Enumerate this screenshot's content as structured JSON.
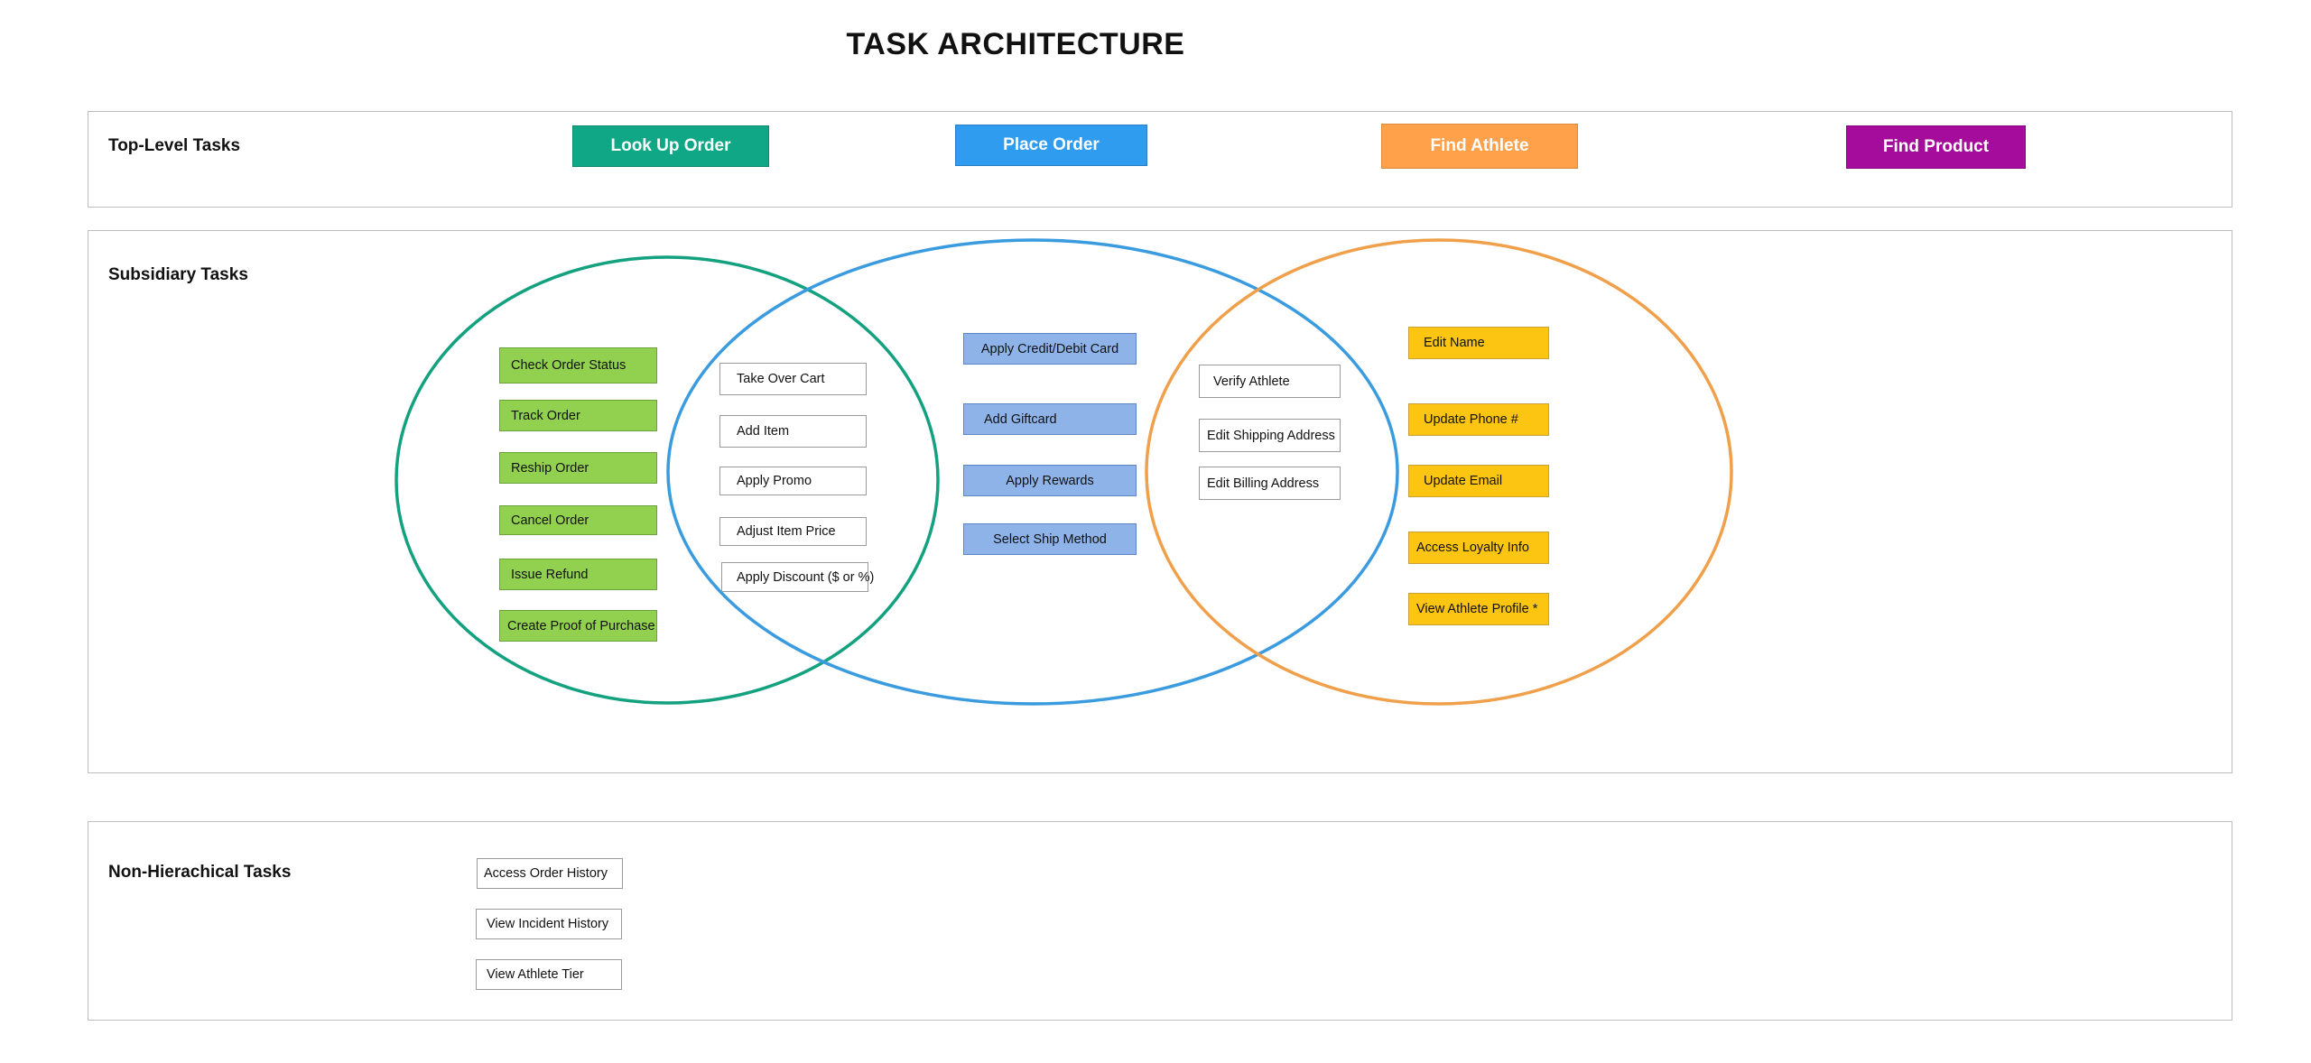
{
  "title": "TASK ARCHITECTURE",
  "sections": {
    "top_level_label": "Top-Level Tasks",
    "subsidiary_label": "Subsidiary Tasks",
    "non_hierarchical_label": "Non-Hierachical Tasks"
  },
  "top_level_tasks": [
    {
      "label": "Look Up Order",
      "color": "#0fa785"
    },
    {
      "label": "Place Order",
      "color": "#2f9cf0"
    },
    {
      "label": "Find Athlete",
      "color": "#ffa04a"
    },
    {
      "label": "Find Product",
      "color": "#a50c9c"
    }
  ],
  "circle_colors": {
    "look_up_order": "#13a17f",
    "place_order": "#3a9bdf",
    "find_athlete": "#f0a04b"
  },
  "look_up_order_tasks": [
    "Check Order Status",
    "Track Order",
    "Reship Order",
    "Cancel Order",
    "Issue Refund",
    "Create Proof of Purchase"
  ],
  "shared_order_tasks": [
    "Take Over Cart",
    "Add Item",
    "Apply Promo",
    "Adjust Item Price",
    "Apply Discount ($ or %)"
  ],
  "place_order_tasks": [
    "Apply Credit/Debit Card",
    "Add Giftcard",
    "Apply Rewards",
    "Select Ship Method"
  ],
  "shared_athlete_tasks": [
    "Verify Athlete",
    "Edit Shipping Address",
    "Edit Billing Address"
  ],
  "find_athlete_tasks": [
    "Edit Name",
    "Update Phone #",
    "Update Email",
    "Access Loyalty Info",
    "View Athlete Profile *"
  ],
  "non_hierarchical_tasks": [
    "Access Order History",
    "View Incident History",
    "View Athlete Tier"
  ]
}
